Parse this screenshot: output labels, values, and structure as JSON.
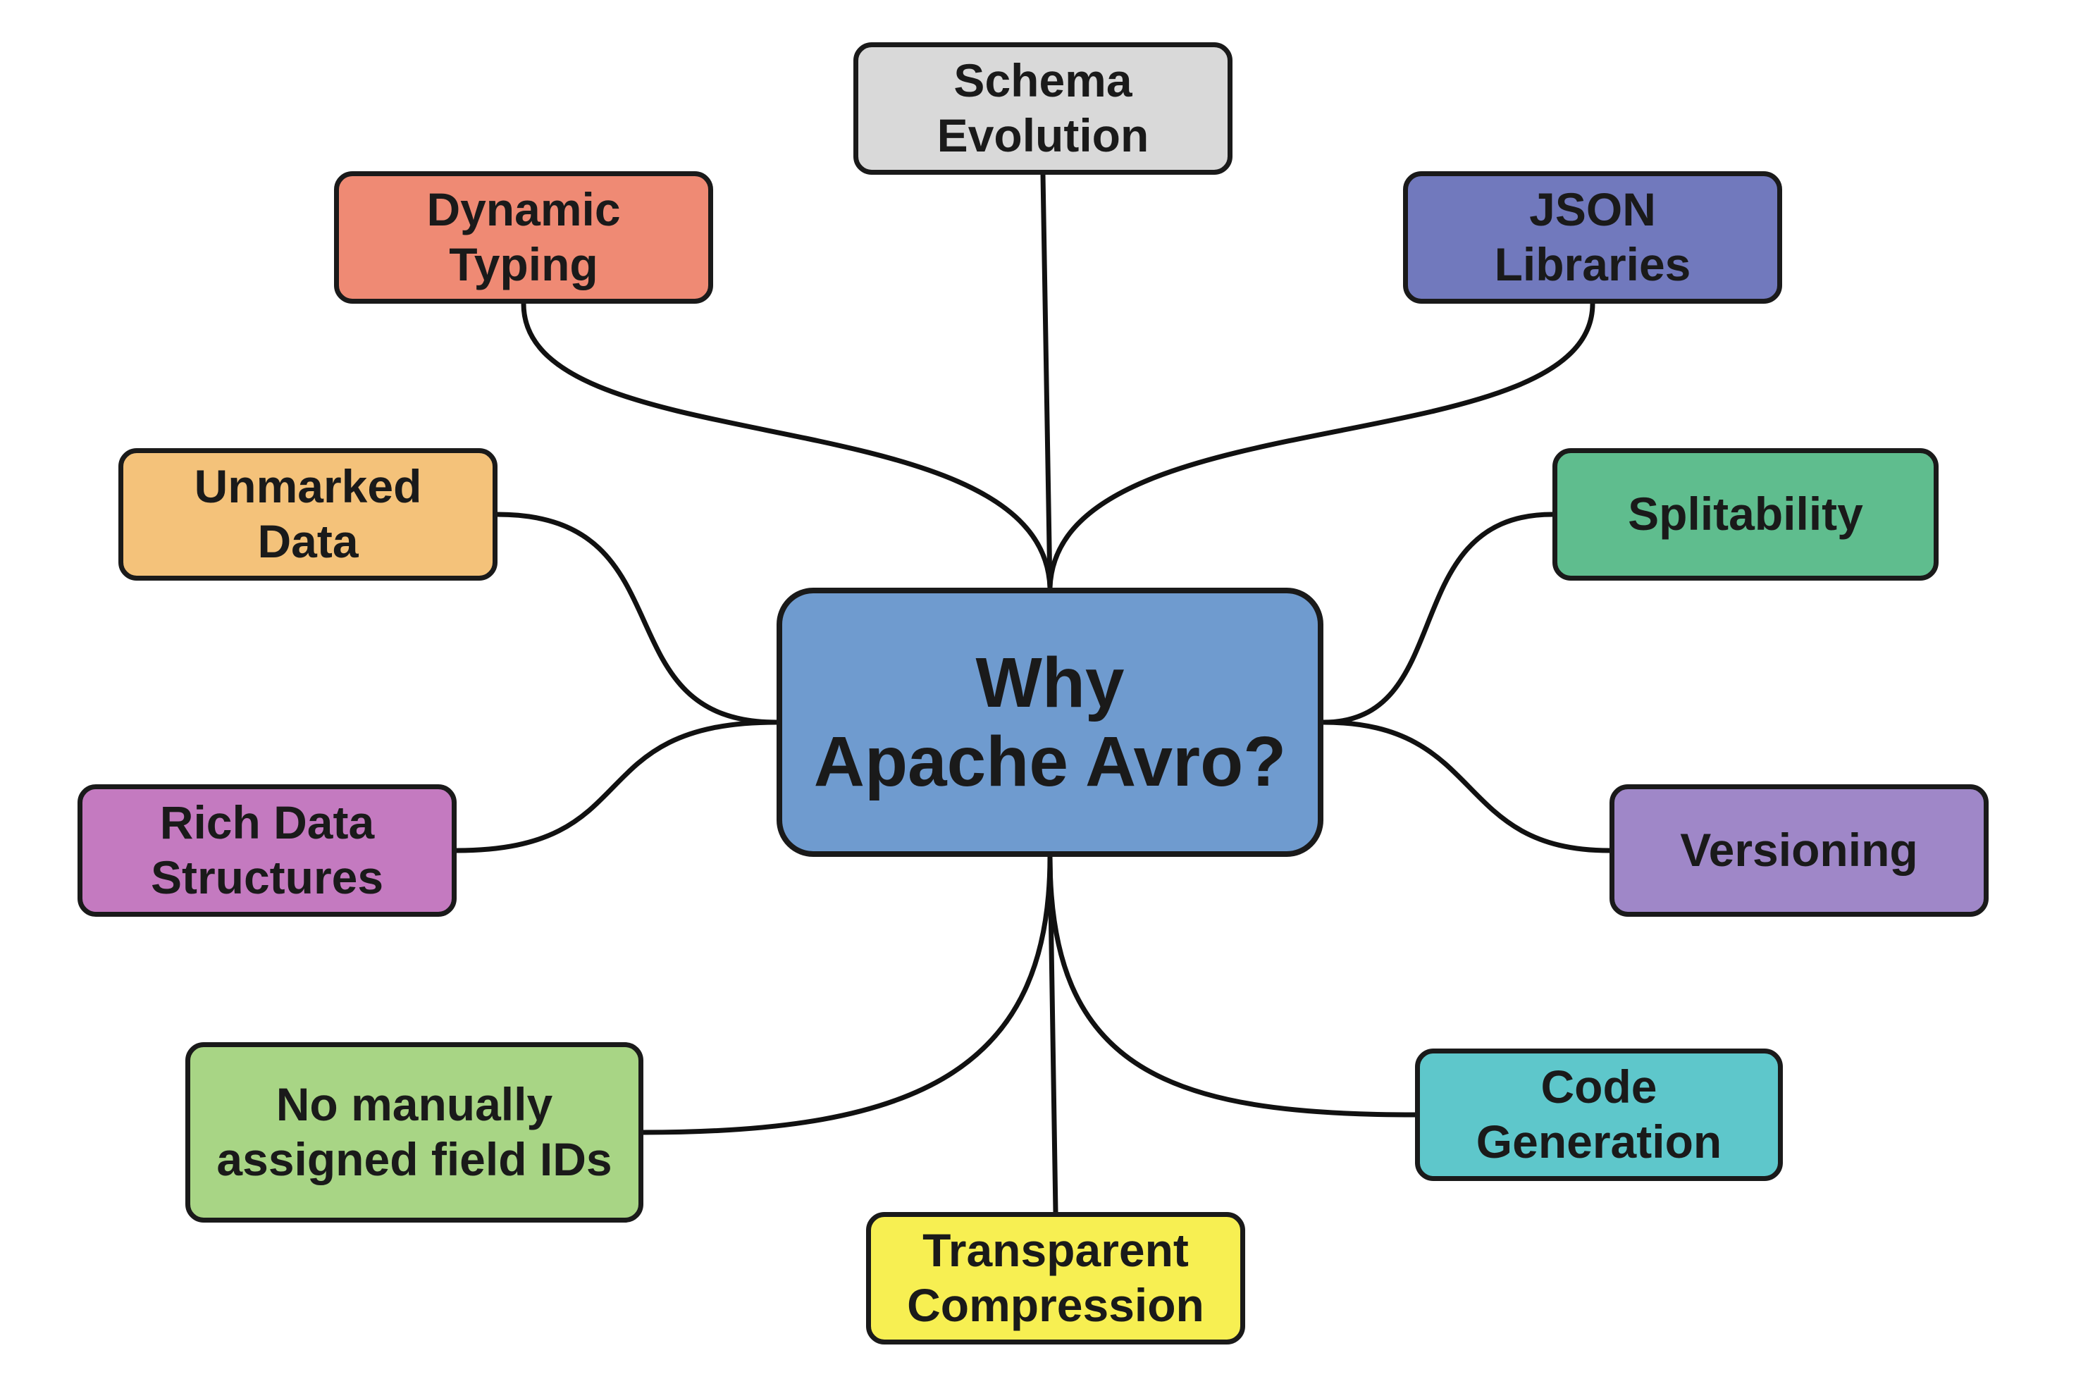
{
  "diagram": {
    "center": {
      "label": "Why\nApache Avro?",
      "color": "#6f9bcf"
    },
    "branches": [
      {
        "id": "schema",
        "label": "Schema\nEvolution",
        "color": "#d9d9d9"
      },
      {
        "id": "dynamic",
        "label": "Dynamic\nTyping",
        "color": "#ef8a74"
      },
      {
        "id": "json",
        "label": "JSON\nLibraries",
        "color": "#7179bd"
      },
      {
        "id": "unmarked",
        "label": "Unmarked\nData",
        "color": "#f4c27a"
      },
      {
        "id": "splitability",
        "label": "Splitability",
        "color": "#5fbd8e"
      },
      {
        "id": "rich",
        "label": "Rich Data\nStructures",
        "color": "#c47ac0"
      },
      {
        "id": "versioning",
        "label": "Versioning",
        "color": "#9f87c8"
      },
      {
        "id": "nomanual",
        "label": "No manually\nassigned field IDs",
        "color": "#a8d585"
      },
      {
        "id": "code",
        "label": "Code\nGeneration",
        "color": "#5ec7cb"
      },
      {
        "id": "transparent",
        "label": "Transparent\nCompression",
        "color": "#f7ef52"
      }
    ]
  }
}
